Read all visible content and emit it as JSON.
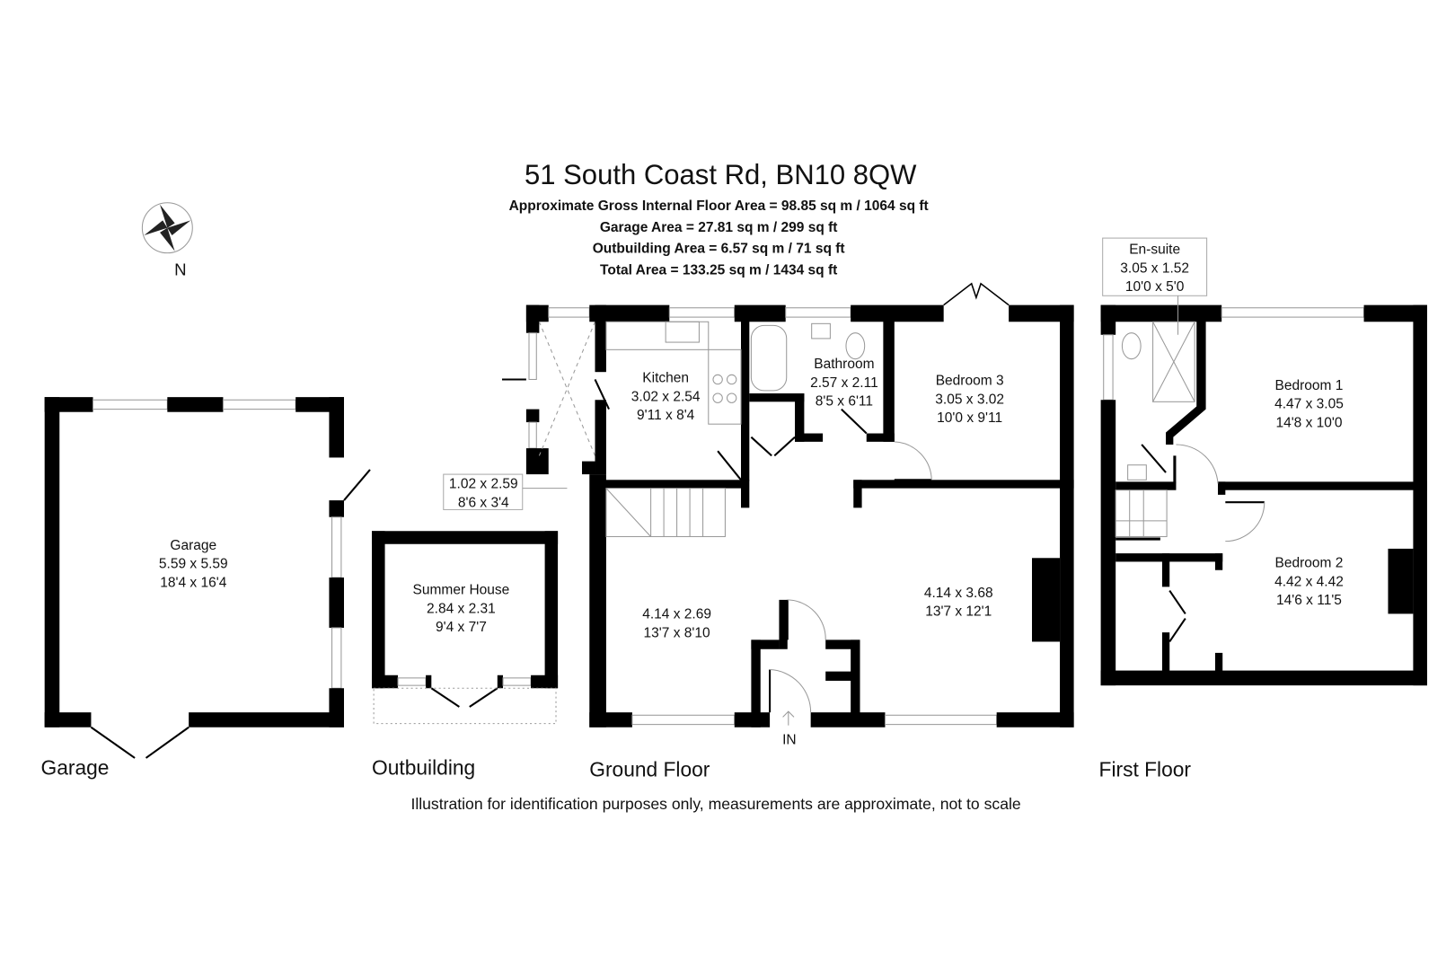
{
  "header": {
    "title": "51 South Coast Rd, BN10 8QW",
    "areas": [
      "Approximate Gross Internal Floor Area = 98.85 sq m / 1064 sq ft",
      "Garage Area = 27.81 sq m / 299 sq ft",
      "Outbuilding Area = 6.57 sq m / 71 sq ft",
      "Total Area = 133.25 sq m / 1434 sq ft"
    ]
  },
  "compass": {
    "label": "N",
    "icon": "compass-rose-icon"
  },
  "garage": {
    "caption": "Garage",
    "room": {
      "name": "Garage",
      "metric": "5.59 x 5.59",
      "imperial": "18'4 x 16'4"
    }
  },
  "outbuilding": {
    "caption": "Outbuilding",
    "room": {
      "name": "Summer House",
      "metric": "2.84 x 2.31",
      "imperial": "9'4 x 7'7"
    }
  },
  "ground_floor": {
    "caption": "Ground Floor",
    "entrance": "IN",
    "porch": {
      "metric": "1.02 x 2.59",
      "imperial": "8'6 x 3'4"
    },
    "kitchen": {
      "name": "Kitchen",
      "metric": "3.02 x 2.54",
      "imperial": "9'11 x 8'4"
    },
    "bathroom": {
      "name": "Bathroom",
      "metric": "2.57 x 2.11",
      "imperial": "8'5 x 6'11"
    },
    "bedroom3": {
      "name": "Bedroom 3",
      "metric": "3.05 x 3.02",
      "imperial": "10'0 x 9'11"
    },
    "front_left": {
      "metric": "4.14 x 2.69",
      "imperial": "13'7 x 8'10"
    },
    "front_right": {
      "metric": "4.14 x 3.68",
      "imperial": "13'7 x 12'1"
    }
  },
  "first_floor": {
    "caption": "First Floor",
    "ensuite": {
      "name": "En-suite",
      "metric": "3.05 x 1.52",
      "imperial": "10'0 x 5'0"
    },
    "bedroom1": {
      "name": "Bedroom 1",
      "metric": "4.47 x 3.05",
      "imperial": "14'8 x 10'0"
    },
    "bedroom2": {
      "name": "Bedroom 2",
      "metric": "4.42 x 4.42",
      "imperial": "14'6 x 11'5"
    }
  },
  "footer": {
    "disclaimer": "Illustration for identification purposes only, measurements are approximate, not to scale"
  }
}
